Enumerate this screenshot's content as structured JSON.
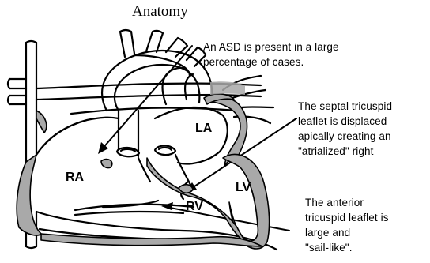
{
  "title": "Anatomy",
  "annotations": [
    {
      "lines": [
        "An ASD is present in a large",
        "percentage of cases."
      ]
    },
    {
      "lines": [
        "The septal tricuspid",
        "leaflet is displaced",
        "apically creating an",
        "\"atrialized\" right"
      ]
    },
    {
      "lines": [
        "The anterior",
        "tricuspid leaflet is",
        "large and",
        "\"sail-like\"."
      ]
    }
  ],
  "chamber_labels": {
    "ra": "RA",
    "la": "LA",
    "lv": "LV",
    "rv": "RV"
  },
  "colors": {
    "wall_fill": "#a9a9a9",
    "line": "#000000",
    "background": "#ffffff"
  }
}
